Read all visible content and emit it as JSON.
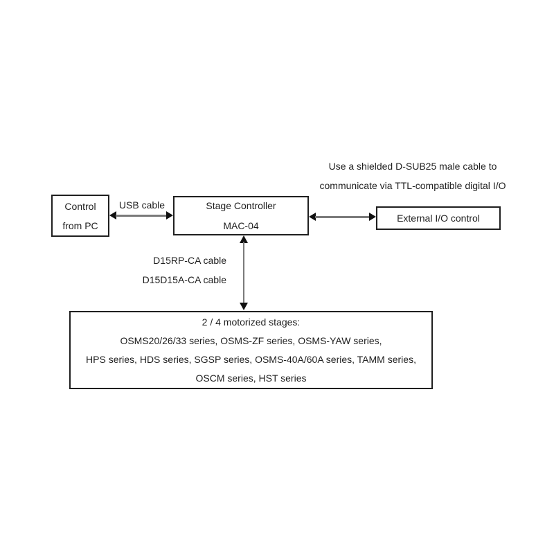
{
  "diagram": {
    "note": {
      "line1": "Use a shielded D-SUB25 male cable to",
      "line2": "communicate via TTL-compatible digital I/O"
    },
    "boxes": {
      "control_pc": {
        "line1": "Control",
        "line2": "from PC"
      },
      "stage_controller": {
        "line1": "Stage Controller",
        "line2": "MAC-04"
      },
      "external_io": {
        "label": "External I/O control"
      },
      "motorized_stages": {
        "line1": "2 / 4 motorized stages:",
        "line2": "OSMS20/26/33 series, OSMS-ZF series, OSMS-YAW series,",
        "line3": "HPS series, HDS series, SGSP series, OSMS-40A/60A series, TAMM series,",
        "line4": "OSCM series, HST series"
      }
    },
    "labels": {
      "usb_cable": "USB cable",
      "cable_d15rp": "D15RP-CA cable",
      "cable_d15d15a": "D15D15A-CA cable"
    },
    "colors": {
      "text": "#1f1f1f",
      "border": "#1f1f1f",
      "arrow_shaft": "#7a7a7a",
      "arrow_head": "#111111",
      "background": "#ffffff"
    }
  }
}
